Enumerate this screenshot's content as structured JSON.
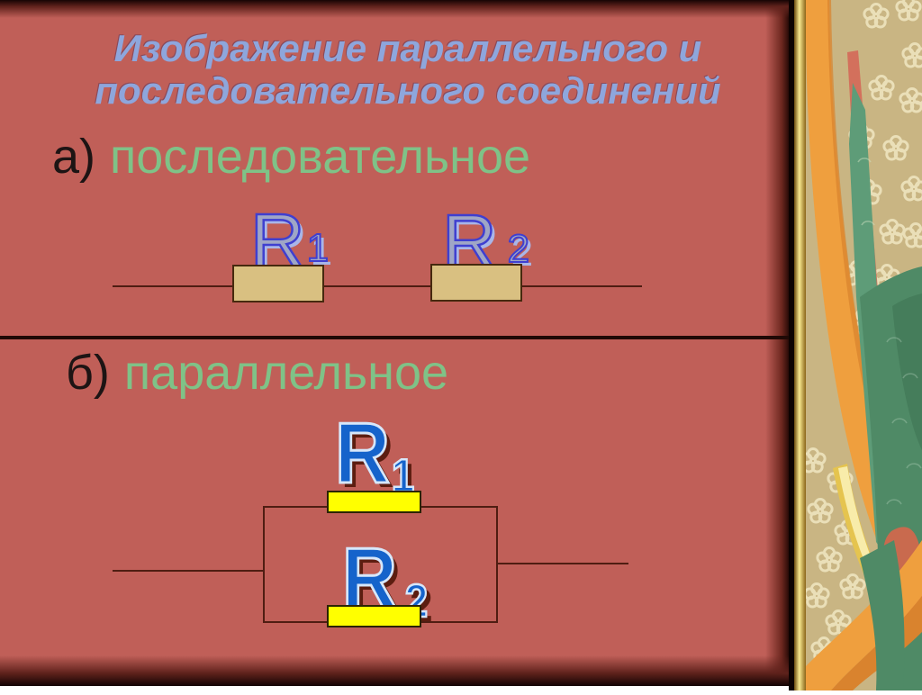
{
  "title": {
    "line1": "Изображение параллельного и",
    "line2": "последовательного соединений"
  },
  "sections": {
    "a": {
      "marker": "а)",
      "label": "последовательное"
    },
    "b": {
      "marker": "б)",
      "label": "параллельное"
    }
  },
  "series_circuit": {
    "r1": {
      "symbol": "R",
      "subscript": "1"
    },
    "r2": {
      "symbol": "R",
      "subscript": "2"
    }
  },
  "parallel_circuit": {
    "r1": {
      "symbol": "R",
      "subscript": "1"
    },
    "r2": {
      "symbol": "R",
      "subscript": "2"
    }
  },
  "colors": {
    "slide_background": "#c05f58",
    "title_text": "#8ea6dc",
    "section_marker": "#1d1414",
    "section_label_green": "#7fc287",
    "series_resistor_fill": "#d9c081",
    "series_label_outline": "#3f3fd0",
    "series_label_shadow": "#a9b6e8",
    "parallel_resistor_fill": "#ffff00",
    "parallel_label_fill": "#1563cb",
    "wire": "#4f1d12",
    "divider": "#1f0906",
    "border_gold": "#f8e88e",
    "border_orange": "#ef9f3e",
    "border_tan": "#c9b583",
    "border_green": "#4f8a66",
    "border_salmon": "#d3705c"
  }
}
